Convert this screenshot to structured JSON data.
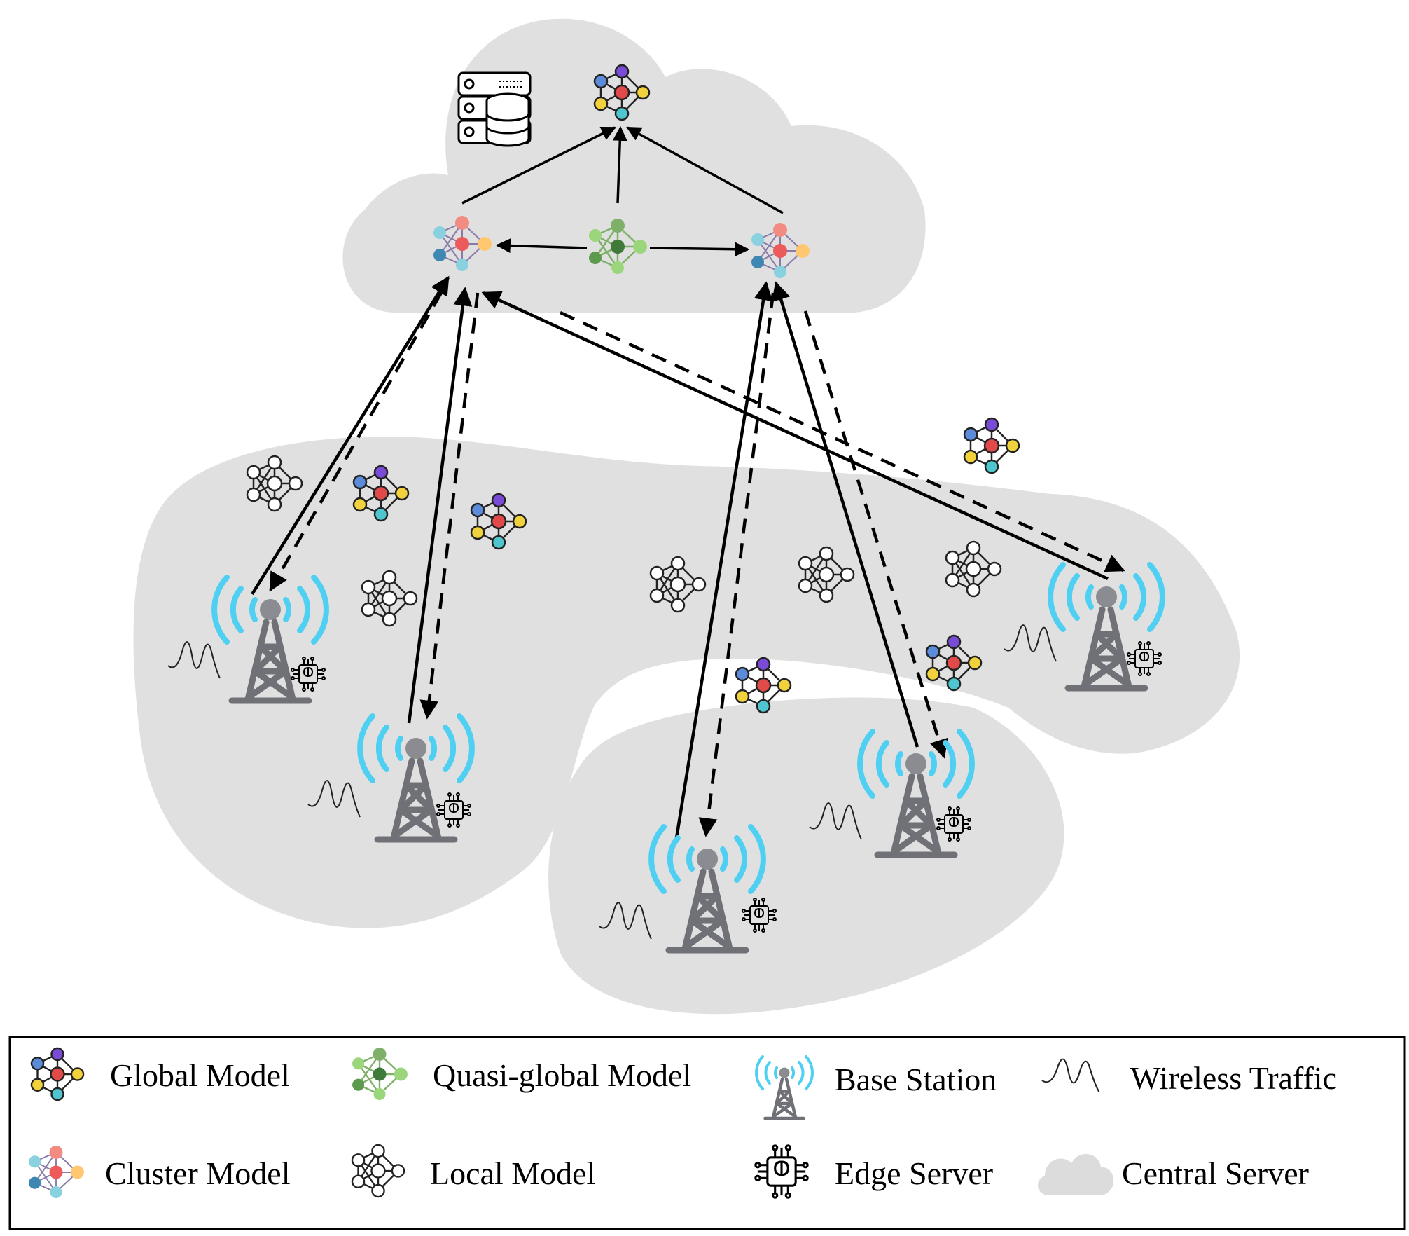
{
  "legend": {
    "global_model": "Global Model",
    "quasi_global_model": "Quasi-global Model",
    "base_station": "Base Station",
    "wireless_traffic": "Wireless Traffic",
    "cluster_model": "Cluster Model",
    "local_model": "Local Model",
    "edge_server": "Edge Server",
    "central_server": "Central Server"
  },
  "colors": {
    "region_fill": "#e0e0e0",
    "signal_blue": "#4fd0f2",
    "tower_gray": "#6f7177",
    "global_nodes": [
      "#5b8bd9",
      "#7a4bd6",
      "#e24a4a",
      "#f2d23c",
      "#4fc6cf"
    ],
    "cluster_nodes": [
      "#f28b82",
      "#8ad1e0",
      "#ec5a5a",
      "#ffc870",
      "#3e87b3"
    ],
    "quasi_nodes": [
      "#7fb06a",
      "#9bd67c",
      "#3f7a3a"
    ]
  }
}
